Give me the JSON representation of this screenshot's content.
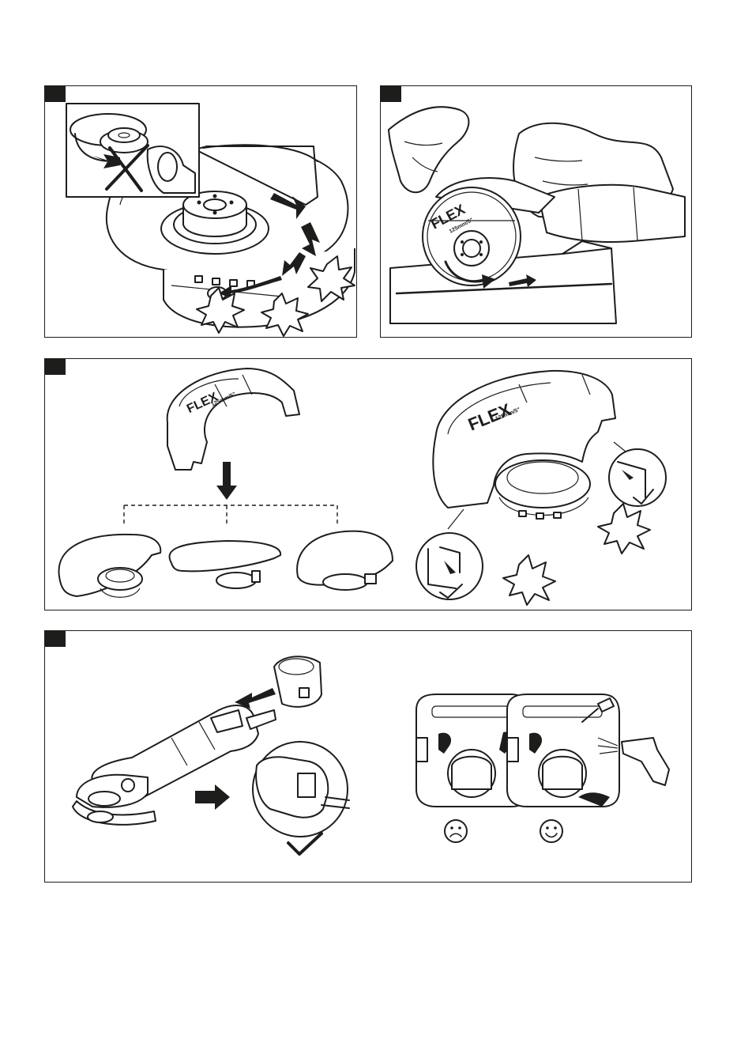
{
  "labels": {
    "brand": "FLEX",
    "disc_size": "125mm/5\"",
    "guard_size": "125mm/5\""
  },
  "icons": {
    "wrong": "cross-icon",
    "correct": "checkmark-icon",
    "bad": "sad-face-icon",
    "good": "smiley-face-icon",
    "warning": "burst-star-icon",
    "direction": "arrow-icon"
  }
}
